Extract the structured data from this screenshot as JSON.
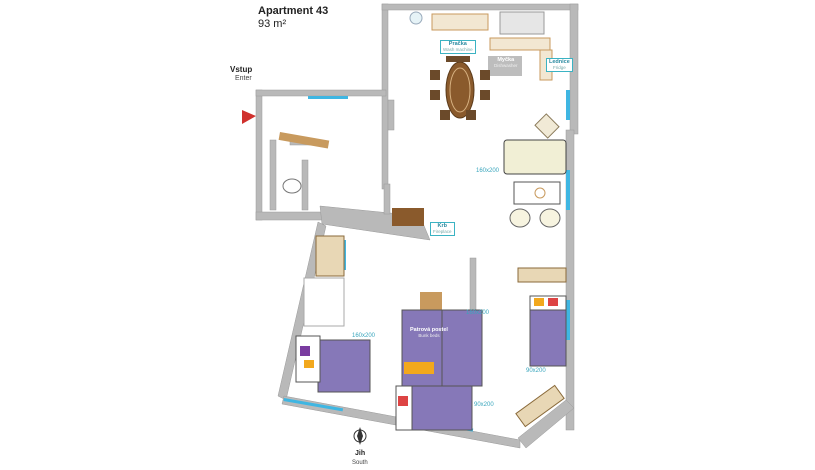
{
  "header": {
    "title": "Apartment 43",
    "area": "93 m²"
  },
  "entry": {
    "label_cz": "Vstup",
    "label_en": "Enter"
  },
  "labels": {
    "washer": {
      "cz": "Pračka",
      "en": "Wash machine"
    },
    "dishwasher": {
      "cz": "Myčka",
      "en": "Dishwasher"
    },
    "fridge": {
      "cz": "Lednice",
      "en": "Fridge"
    },
    "fireplace": {
      "cz": "Krb",
      "en": "Fireplace"
    },
    "bunk": {
      "cz": "Patrová postel",
      "en": "Bunk beds"
    }
  },
  "dimensions": {
    "sofa": "160x200",
    "bed_left": "160x200",
    "bed_middle": "160x200",
    "bed_right": "90x200",
    "bed_bottom": "90x200"
  },
  "compass": {
    "label_cz": "Jih",
    "label_en": "South"
  },
  "colors": {
    "wall": "#b9b9b9",
    "wood": "#c89a5e",
    "bed": "#8678b8",
    "window": "#3fb6e2",
    "accent_label": "#3bb3c3"
  }
}
